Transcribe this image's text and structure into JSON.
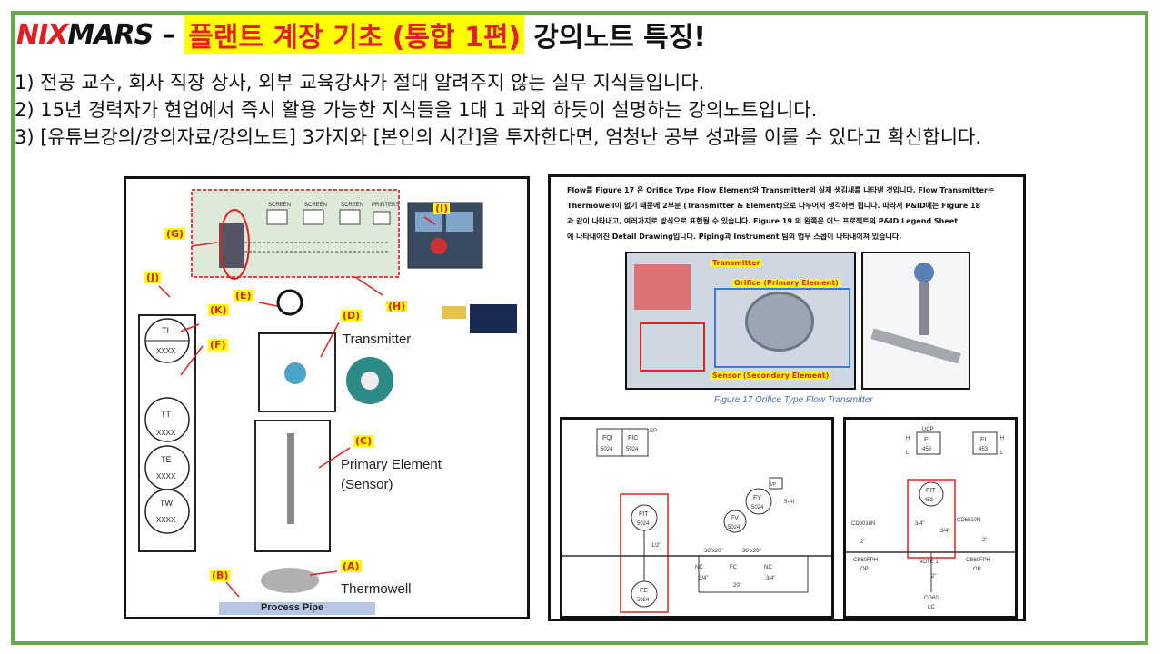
{
  "header": {
    "logo_nix": "NIX",
    "logo_mars": "MARS",
    "dash": "–",
    "highlight_title": "플랜트 계장 기초 (통합 1편)",
    "title_rest": "강의노트 특징!"
  },
  "bullets": [
    "1) 전공 교수, 회사 직장 상사, 외부 교육강사가 절대 알려주지 않는 실무 지식들입니다.",
    "2) 15년 경력자가 현업에서 즉시 활용 가능한 지식들을 1대 1 과외 하듯이 설명하는 강의노트입니다.",
    "3) [유튜브강의/강의자료/강의노트] 3가지와 [본인의 시간]을 투자한다면, 엄청난 공부 성과를 이룰 수 있다고 확신합니다."
  ],
  "left_panel": {
    "labels": [
      "(A)",
      "(B)",
      "(C)",
      "(D)",
      "(E)",
      "(F)",
      "(G)",
      "(H)",
      "(I)",
      "(J)",
      "(K)"
    ],
    "transmitter": "Transmitter",
    "primary_element": "Primary Element",
    "sensor": "(Sensor)",
    "thermowell": "Thermowell",
    "process_pipe": "Process Pipe",
    "screens": [
      "SCREEN",
      "SCREEN",
      "SCREEN",
      "PRINTERS"
    ],
    "instruments": [
      {
        "tag": "TI",
        "num": "XXXX"
      },
      {
        "tag": "TT",
        "num": "XXXX"
      },
      {
        "tag": "TE",
        "num": "XXXX"
      },
      {
        "tag": "TW",
        "num": "XXXX"
      }
    ]
  },
  "right_panel": {
    "paragraph_1": "Flow를 Figure 17 은 Orifice Type Flow Element와 Transmitter의 실제 생김새를 나타낸 것입니다. Flow Transmitter는",
    "paragraph_2": "Thermowell이 없기 때문에 2부분 (Transmitter & Element)으로 나누어서 생각하면 됩니다. 따라서 P&ID에는 Figure 18",
    "paragraph_3": "과 같이 나타내고, 여러가지로 방식으로 표현될 수 있습니다. Figure 19 의 왼쪽은 어느 프로젝트의 P&ID Legend Sheet",
    "paragraph_4": "에 나타내어진 Detail Drawing입니다. Piping과 Instrument 팀의 업무 스콥이 나타내어져 있습니다.",
    "label_transmitter": "Transmitter",
    "label_orifice": "Orifice (Primary Element)",
    "label_sensor": "Sensor (Secondary Element)",
    "figure_caption": "Figure 17 Orifice Type Flow Transmitter",
    "pid_left": {
      "fqi": "FQI",
      "fic": "FIC",
      "n5024": "5024",
      "sp": "SP",
      "fit": "FIT",
      "fe": "FE",
      "fy": "FY",
      "fv": "FV",
      "ip": "I/P",
      "sai": "5-AI",
      "half": "1/2\"",
      "fc": "FC",
      "nc": "NC",
      "s3620": "36\"x20\"",
      "s3820": "38\"x20\"",
      "s20": "20\"",
      "s34": "3/4\""
    },
    "pid_right": {
      "ucp": "UCP",
      "fi": "FI",
      "fit": "FIT",
      "n453": "453",
      "h": "H",
      "l": "L",
      "cd": "CD6010N",
      "s34": "3/4\"",
      "s2": "2\"",
      "cb": "CB60FPH",
      "op": "OP",
      "note": "NOTE 1",
      "cg": "CG60",
      "lc": "LC"
    }
  }
}
